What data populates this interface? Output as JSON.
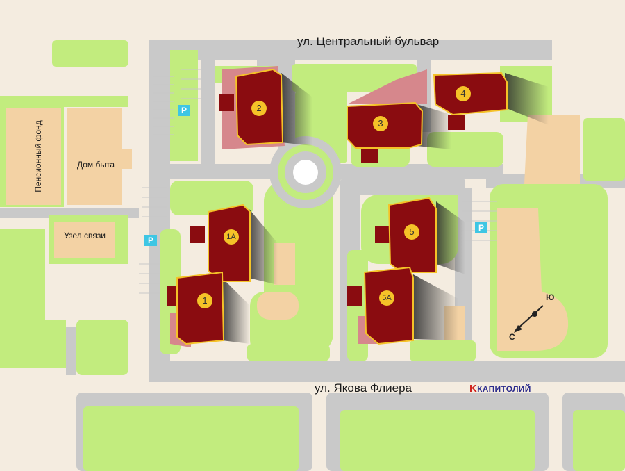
{
  "streets": {
    "north": "ул. Центральный бульвар",
    "south": "ул. Якова Флиера"
  },
  "landmarks": {
    "pension_fund": "Пенсионный фонд",
    "dom_byta": "Дом быта",
    "uzel_svyazi": "Узел связи"
  },
  "buildings": [
    {
      "id": "2",
      "label": "2"
    },
    {
      "id": "3",
      "label": "3"
    },
    {
      "id": "4",
      "label": "4"
    },
    {
      "id": "1A",
      "label": "1А"
    },
    {
      "id": "1",
      "label": "1"
    },
    {
      "id": "5",
      "label": "5"
    },
    {
      "id": "5A",
      "label": "5А"
    }
  ],
  "parking_label": "P",
  "compass": {
    "south": "Ю",
    "north": "С"
  },
  "logo": {
    "mark": "K",
    "text": "КАПИТОЛИЙ"
  },
  "colors": {
    "background": "#f4ece0",
    "green": "#c2ec7e",
    "road": "#c8c8c8",
    "building": "#8a0c10",
    "building_edge": "#f5c228",
    "building_shade": "#d6878c",
    "sand": "#f3d2a4",
    "parking": "#3ec6e4"
  }
}
